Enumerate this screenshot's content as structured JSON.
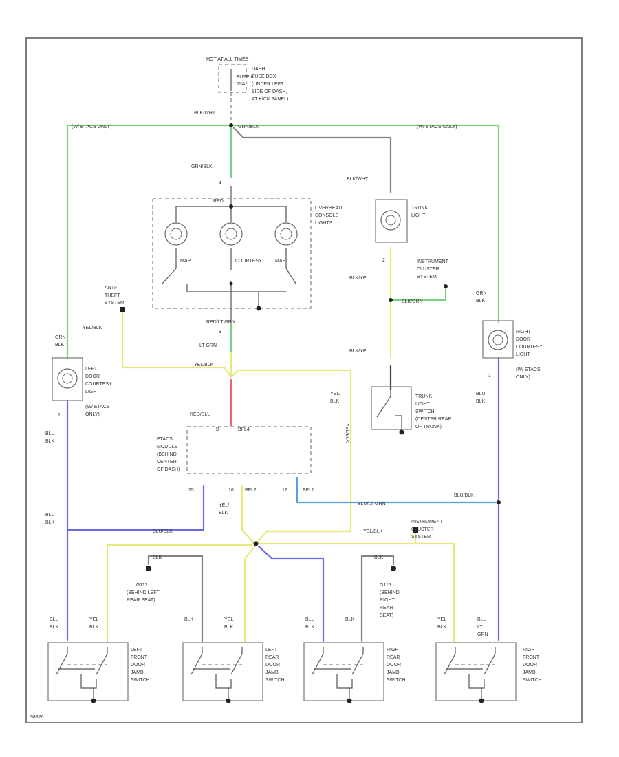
{
  "diagram": {
    "figure_id": "98820",
    "fuse": {
      "power_label": "HOT AT ALL TIMES",
      "fuse_label": "FUSE 6",
      "fuse_rating": "15A",
      "location": [
        "DASH",
        "FUSE BOX",
        "(UNDER LEFT",
        "SIDE OF DASH,",
        "AT KICK PANEL)"
      ]
    },
    "wires": {
      "blk_wht_top": "BLK/WHT",
      "grn_blk_top": "GRN/BLK",
      "gr_etacs_left": "(W/ ETACS ONLY)",
      "gr_etacs_right": "(W/ ETACS ONLY)",
      "grn_blk_mid": "GRN/BLK",
      "blk_wht_trunk": "BLK/WHT",
      "red": "RED",
      "blk_yel_1": "BLK/YEL",
      "blk_yel_2": "BLK/YEL",
      "blk_grn": "BLK/GRN",
      "red_lt_grn": [
        "RED/LT GRN",
        "LT GRN"
      ],
      "yel_blk_antitheft": "YEL/BLK",
      "yel_blk_junction": "YEL/BLK",
      "yel_blk_right": [
        "YEL/",
        "BLK"
      ],
      "red_blu": "RED/BLU",
      "grn_blk_left": [
        "GRN",
        "BLK"
      ],
      "grn_blk_right": [
        "GRN",
        "BLK"
      ],
      "blu_blk_left_door": [
        "BLU",
        "BLK"
      ],
      "blu_blk_right_door": [
        "BLU",
        "BLK"
      ],
      "blu_blk_etacs": "BLU/BLK",
      "blu_blk_left_bus": [
        "BLU",
        "BLK"
      ],
      "blu_blk_bus_right": "BLU/BLK",
      "blu_lt_grn_bus": "BLU/LT GRN",
      "yel_blk_center": [
        "YEL/",
        "BLK"
      ],
      "yel_blk_ic": "YEL/BLK",
      "blk_gnd1": "BLK",
      "blk_gnd2": "BLK",
      "vertical_wire": "YEL/BLK"
    },
    "components": {
      "overhead": [
        "OVERHEAD",
        "CONSOLE",
        "LIGHTS"
      ],
      "map_left": "MAP",
      "courtesy": "COURTESY",
      "map_right": "MAP",
      "trunk_light": [
        "TRUNK",
        "LIGHT"
      ],
      "ic_switch_top": [
        "INSTRUMENT",
        "CLUSTER",
        "SYSTEM"
      ],
      "anti_theft": [
        "ANTI-",
        "THEFT",
        "SYSTEM"
      ],
      "left_courtesy": [
        "LEFT",
        "DOOR",
        "COURTESY",
        "LIGHT",
        "(W/ ETACS",
        "ONLY)"
      ],
      "right_courtesy": [
        "RIGHT",
        "DOOR",
        "COURTESY",
        "LIGHT",
        "(W/ ETACS",
        "ONLY)"
      ],
      "trunk_switch": [
        "TRUNK",
        "LIGHT",
        "SWITCH",
        "(CENTER REAR",
        "OF TRUNK)"
      ],
      "etacs": [
        "ETACS",
        "MODULE",
        "(BEHIND",
        "CENTER",
        "OF DASH)"
      ],
      "ic_bottom": [
        "INSTRUMENT",
        "CLUSTER",
        "SYSTEM"
      ],
      "g112": [
        "G112",
        "(BEHIND LEFT",
        "REAR SEAT)"
      ],
      "g115": [
        "G115",
        "(BEHIND",
        "RIGHT",
        "REAR",
        "SEAT)"
      ],
      "lf_jamb": [
        "LEFT",
        "FRONT",
        "DOOR",
        "JAMB",
        "SWITCH"
      ],
      "lr_jamb": [
        "LEFT",
        "REAR",
        "DOOR",
        "JAMB",
        "SWITCH"
      ],
      "rr_jamb": [
        "RIGHT",
        "REAR",
        "DOOR",
        "JAMB",
        "SWITCH"
      ],
      "rf_jamb": [
        "RIGHT",
        "FRONT",
        "DOOR",
        "JAMB",
        "SWITCH"
      ]
    },
    "pins": {
      "console_in": "4",
      "console_out": "3",
      "trunk_light_pin": "2",
      "left_door_pin": "1",
      "right_door_pin": "1",
      "etacs_b": "B",
      "etacs_bfl": "BFL4",
      "etacs_25": "25",
      "etacs_16": "16",
      "etacs_12": "12",
      "etacs_bfl2": "BFL2",
      "etacs_bfl1": "BFL1"
    },
    "jamb_labels": {
      "lf": [
        [
          "BLU",
          "BLK"
        ],
        [
          "YEL",
          "BLK"
        ]
      ],
      "lr": [
        [
          "BLK"
        ],
        [
          "YEL",
          "BLK"
        ]
      ],
      "rr": [
        [
          "BLU",
          "BLK"
        ],
        [
          "BLK"
        ]
      ],
      "rf": [
        [
          "YEL",
          "BLK"
        ],
        [
          "BLU",
          "LT",
          "GRN"
        ]
      ]
    },
    "colors": {
      "green": "#7cd27c",
      "yellow": "#e8e87a",
      "blue": "#6a6ae6",
      "light_blue": "#5aa0e0",
      "red": "#ee6666",
      "gray": "#8a7e86",
      "dark": "#444444"
    }
  }
}
